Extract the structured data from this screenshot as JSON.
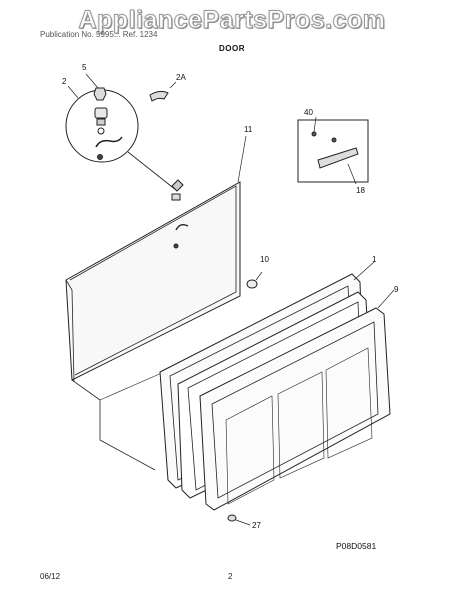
{
  "watermark": "AppliancePartsPros.com",
  "header_text": "Publication No. 5995... Ref. 1234",
  "section_title": "DOOR",
  "callouts": [
    "5",
    "2A",
    "2",
    "11",
    "40",
    "18",
    "10",
    "1",
    "9",
    "27"
  ],
  "diagram_code": "P08D0581",
  "footer": {
    "date": "06/12",
    "page": "2"
  }
}
